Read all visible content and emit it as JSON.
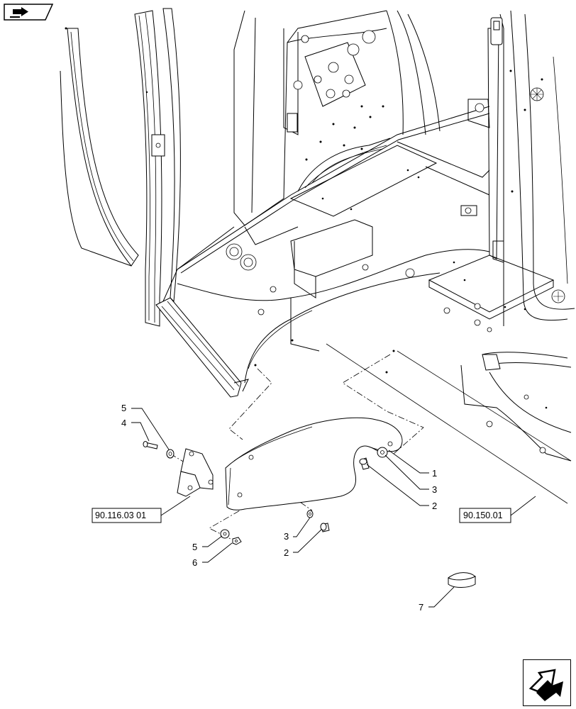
{
  "diagram": {
    "callouts": [
      {
        "id": "c5a",
        "label": "5"
      },
      {
        "id": "c4",
        "label": "4"
      },
      {
        "id": "c1",
        "label": "1"
      },
      {
        "id": "c3a",
        "label": "3"
      },
      {
        "id": "c2a",
        "label": "2"
      },
      {
        "id": "c3b",
        "label": "3"
      },
      {
        "id": "c2b",
        "label": "2"
      },
      {
        "id": "c5b",
        "label": "5"
      },
      {
        "id": "c6",
        "label": "6"
      },
      {
        "id": "c7",
        "label": "7"
      }
    ],
    "references": [
      {
        "id": "ref-left",
        "label": "90.116.03 01"
      },
      {
        "id": "ref-right",
        "label": "90.150.01"
      }
    ]
  },
  "icons": {
    "top_left": "page-back-arrow-icon",
    "bottom_right": "next-page-arrow-icon"
  }
}
